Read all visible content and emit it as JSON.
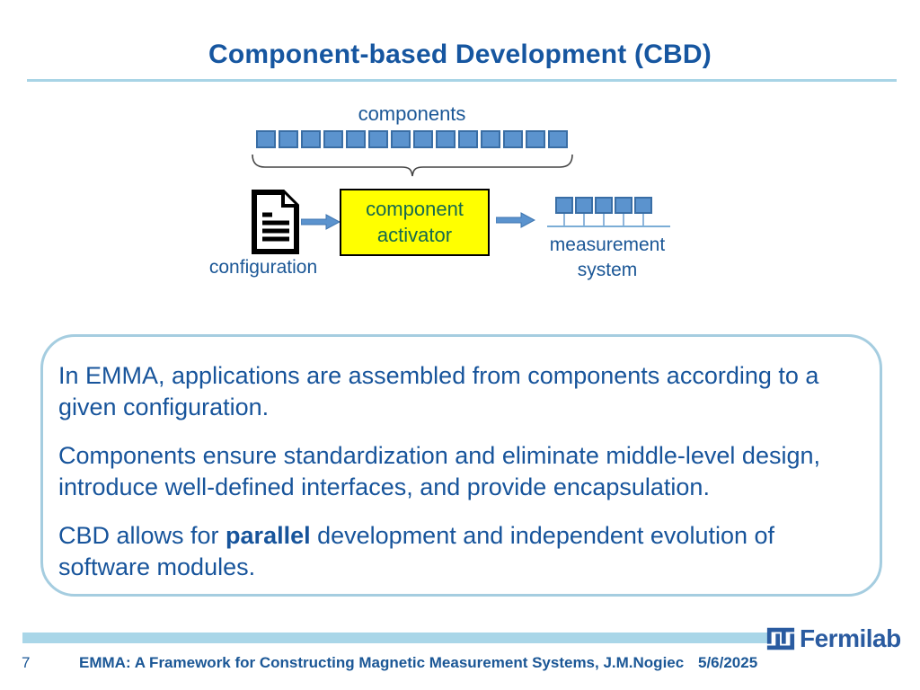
{
  "slide": {
    "title": "Component-based Development (CBD)",
    "accent_color": "#1656a0",
    "rule_color": "#a8d4e6"
  },
  "diagram": {
    "components_label": "components",
    "component_count": 14,
    "square_fill": "#5b93ce",
    "square_border": "#3a6ea5",
    "configuration_label": "configuration",
    "activator_line1": "component",
    "activator_line2": "activator",
    "activator_fill": "#ffff00",
    "activator_text_color": "#17694e",
    "measurement_square_count": 5,
    "measurement_line1": "measurement",
    "measurement_line2": "system"
  },
  "body": {
    "paragraph1": "In EMMA, applications are assembled from components according to a given configuration.",
    "paragraph2": "Components ensure standardization and eliminate middle-level design, introduce well-defined interfaces, and provide encapsulation.",
    "paragraph3_prefix": "CBD allows for ",
    "paragraph3_bold": "parallel",
    "paragraph3_suffix": " development and independent evolution of software modules."
  },
  "footer": {
    "page_number": "7",
    "title": "EMMA: A Framework for Constructing Magnetic Measurement Systems, J.M.Nogiec",
    "date": "5/6/2025",
    "logo_text": "Fermilab"
  }
}
